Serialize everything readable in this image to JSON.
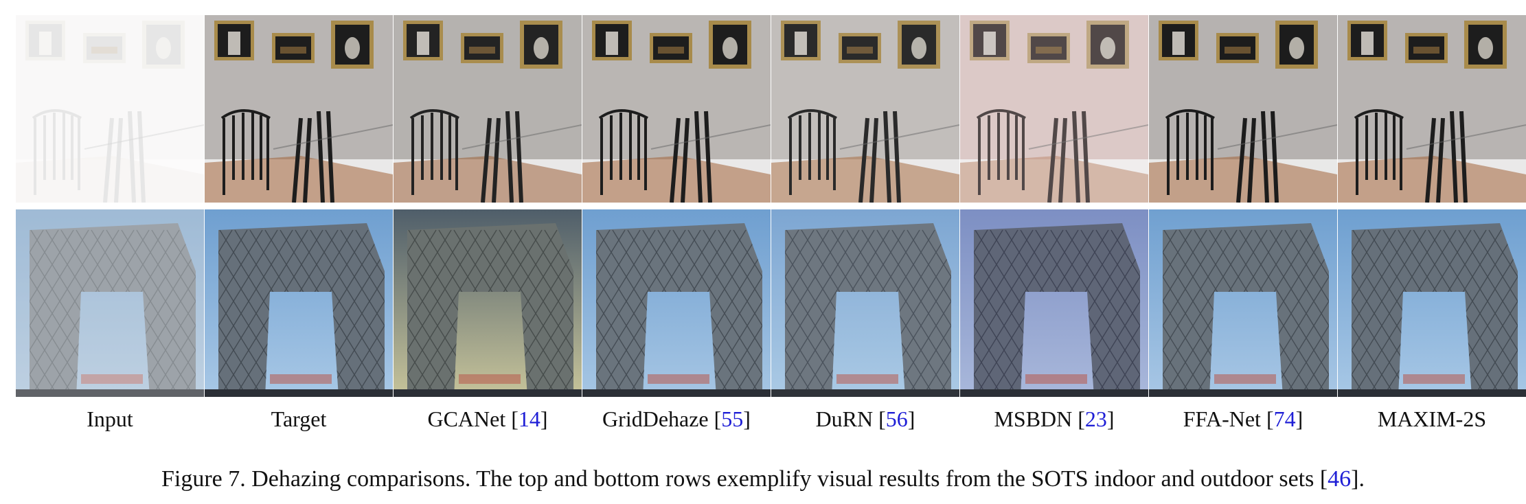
{
  "figure": {
    "columns": [
      {
        "name": "Input",
        "ref": ""
      },
      {
        "name": "Target",
        "ref": ""
      },
      {
        "name": "GCANet [",
        "ref": "14",
        "close": "]"
      },
      {
        "name": "GridDehaze [",
        "ref": "55",
        "close": "]"
      },
      {
        "name": "DuRN [",
        "ref": "56",
        "close": "]"
      },
      {
        "name": "MSBDN [",
        "ref": "23",
        "close": "]"
      },
      {
        "name": "FFA-Net [",
        "ref": "74",
        "close": "]"
      },
      {
        "name": "MAXIM-2S",
        "ref": ""
      }
    ],
    "rows": [
      "indoor-scene",
      "outdoor-scene"
    ],
    "caption": {
      "text": "Figure 7. Dehazing comparisons. The top and bottom rows exemplify visual results from the SOTS indoor and outdoor sets [",
      "ref": "46",
      "close": "]."
    },
    "colors": {
      "citation": "#1f1fd6"
    }
  }
}
